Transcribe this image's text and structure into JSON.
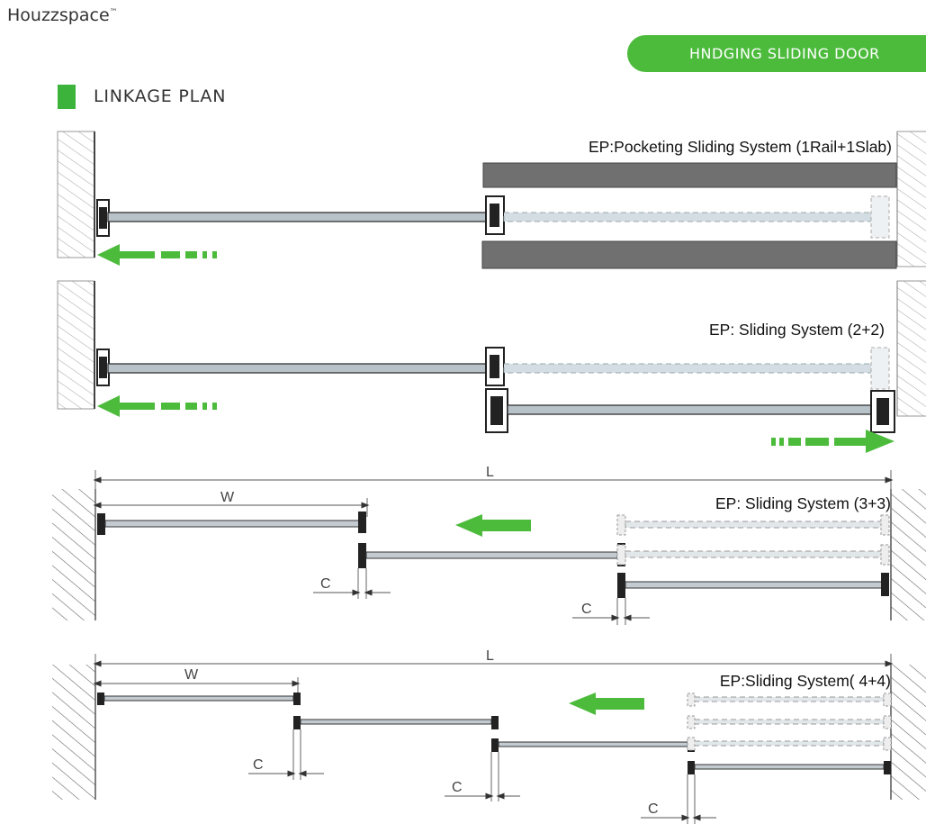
{
  "brand": {
    "name": "Houzzspace",
    "tm": "™"
  },
  "header": {
    "tag": "HNDGING SLIDING DOOR"
  },
  "section": {
    "title": "LINKAGE PLAN"
  },
  "colors": {
    "accent_green": "#4cbb3c",
    "slab_gray": "#707070",
    "panel_gray": "#9aa4ac"
  },
  "diagrams": [
    {
      "caption": "EP:Pocketing Sliding System (1Rail+1Slab)"
    },
    {
      "caption": "EP: Sliding System (2+2)"
    },
    {
      "caption": "EP: Sliding System (3+3)",
      "dim_total": "L",
      "dim_width": "W",
      "dim_gap": "C"
    },
    {
      "caption": "EP:Sliding System( 4+4)",
      "dim_total": "L",
      "dim_width": "W",
      "dim_gap": "C"
    }
  ]
}
